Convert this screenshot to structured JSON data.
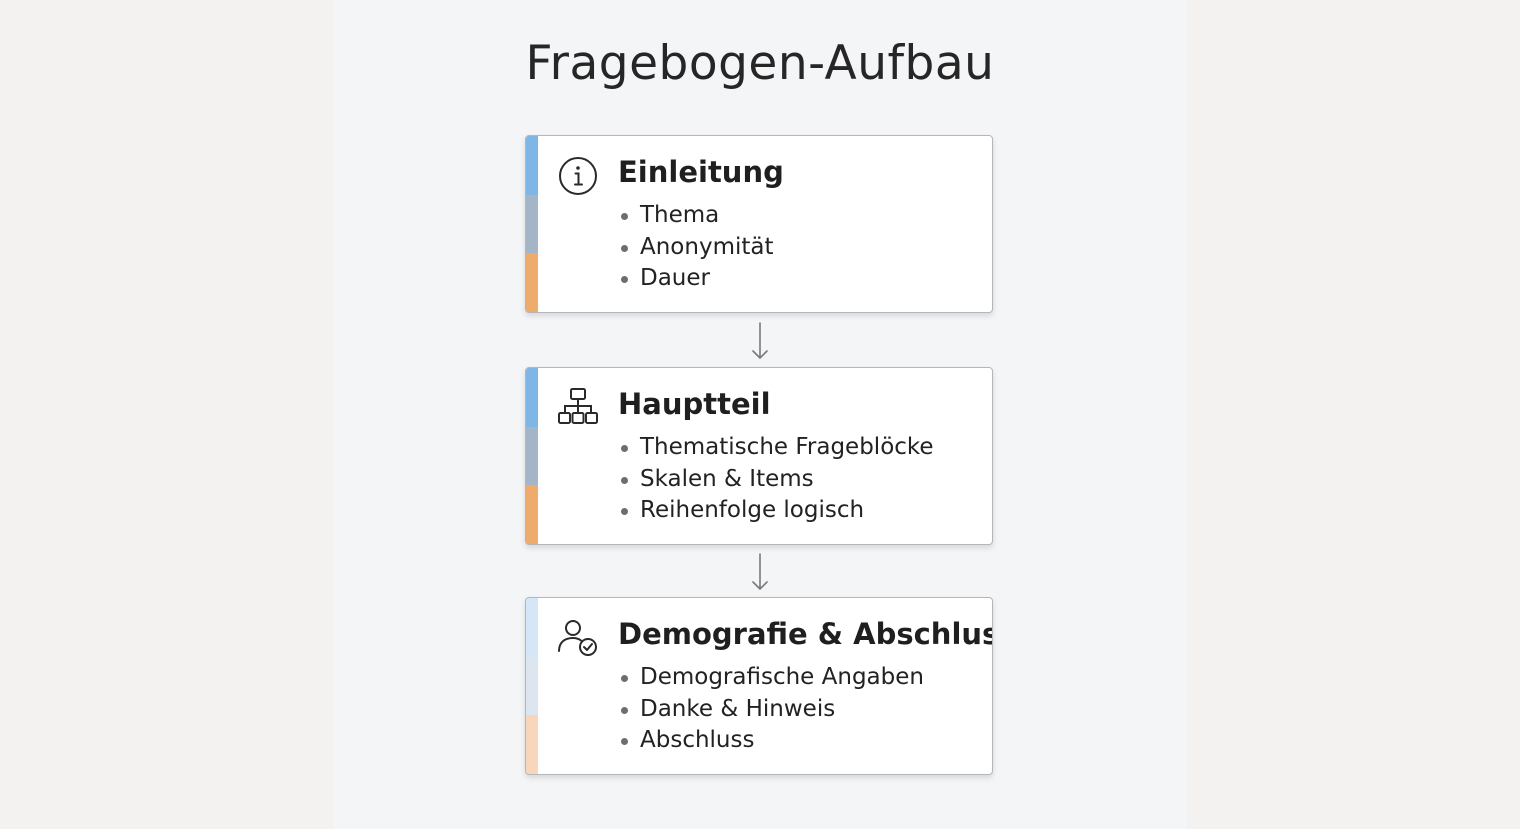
{
  "title": "Fragebogen-Aufbau",
  "colors": {
    "stripe_blue": "#7eb7e6",
    "stripe_gray": "#a3b5c6",
    "stripe_orange": "#eeab6c",
    "stripe_blue_light": "#d5e7f6",
    "stripe_gray_light": "#dde6ee",
    "stripe_orange_light": "#f7d6bb"
  },
  "sections": [
    {
      "icon": "info-icon",
      "heading": "Einleitung",
      "items": [
        "Thema",
        "Anonymität",
        "Dauer"
      ]
    },
    {
      "icon": "hierarchy-icon",
      "heading": "Hauptteil",
      "items": [
        "Thematische Frageblöcke",
        "Skalen & Items",
        "Reihenfolge logisch"
      ]
    },
    {
      "icon": "user-check-icon",
      "heading": "Demografie & Abschluss",
      "items": [
        "Demografische Angaben",
        "Danke & Hinweis",
        "Abschluss"
      ]
    }
  ]
}
